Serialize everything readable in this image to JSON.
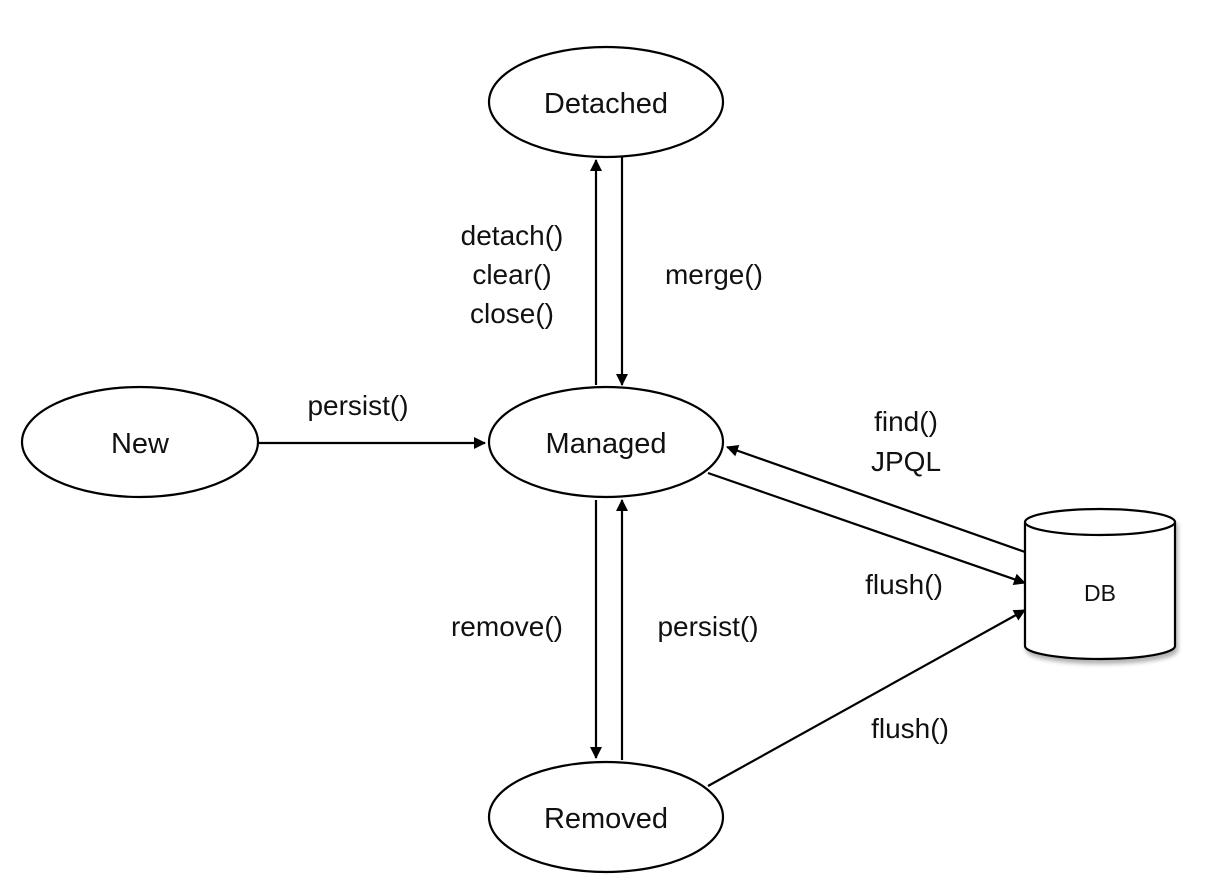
{
  "nodes": {
    "detached": "Detached",
    "new": "New",
    "managed": "Managed",
    "removed": "Removed",
    "db": "DB"
  },
  "edges": {
    "detach": [
      "detach()",
      "clear()",
      "close()"
    ],
    "merge": "merge()",
    "persist_new": "persist()",
    "find": [
      "find()",
      "JPQL"
    ],
    "flush_managed": "flush()",
    "remove": "remove()",
    "persist_removed": "persist()",
    "flush_removed": "flush()"
  },
  "colors": {
    "stroke": "#000000",
    "text": "#111111",
    "background": "#ffffff"
  }
}
